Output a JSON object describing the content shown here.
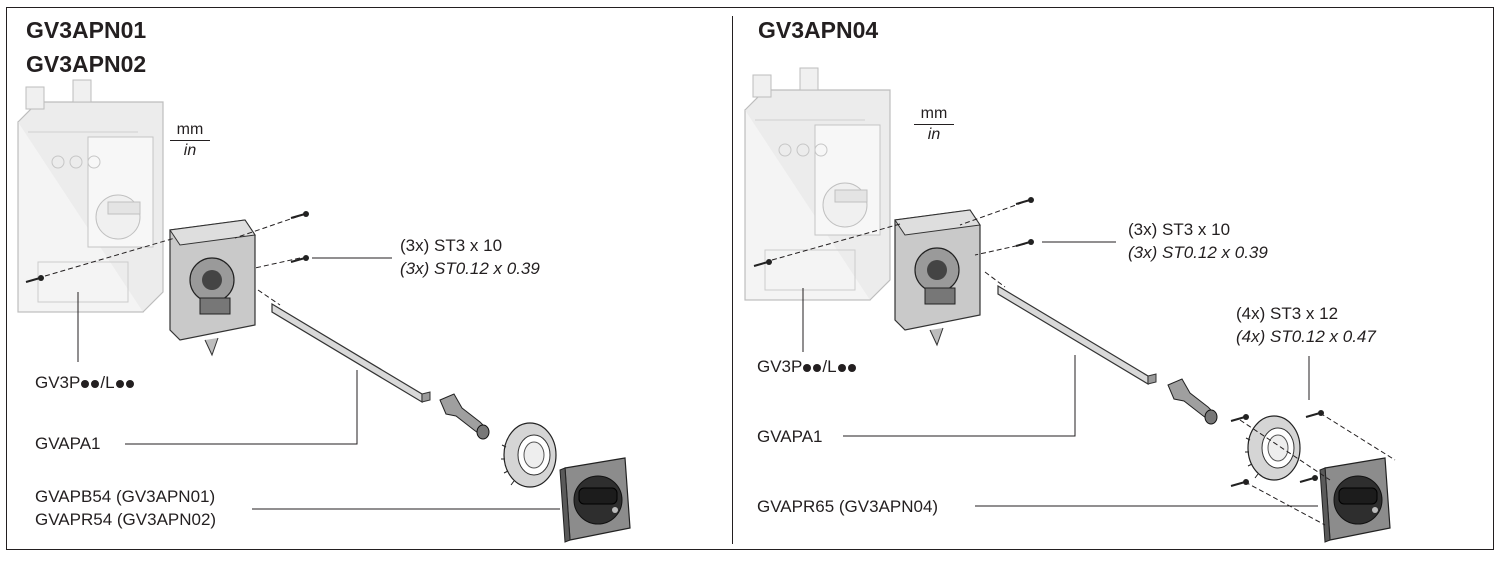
{
  "left": {
    "title_line1": "GV3APN01",
    "title_line2": "GV3APN02",
    "unit_top": "mm",
    "unit_bottom": "in",
    "screw_label_1": "(3x) ST3 x 10",
    "screw_label_2": "(3x) ST0.12 x 0.39",
    "breaker_label_prefix": "GV3P",
    "breaker_label_mid": "/L",
    "shaft_label": "GVAPA1",
    "handle_label_1": "GVAPB54 (GV3APN01)",
    "handle_label_2": "GVAPR54 (GV3APN02)"
  },
  "right": {
    "title": "GV3APN04",
    "unit_top": "mm",
    "unit_bottom": "in",
    "screw_label_1": "(3x) ST3 x 10",
    "screw_label_2": "(3x) ST0.12 x 0.39",
    "screw_label_3": "(4x) ST3 x 12",
    "screw_label_4": "(4x) ST0.12 x 0.47",
    "breaker_label_prefix": "GV3P",
    "breaker_label_mid": "/L",
    "shaft_label": "GVAPA1",
    "handle_label": "GVAPR65 (GV3APN04)"
  }
}
